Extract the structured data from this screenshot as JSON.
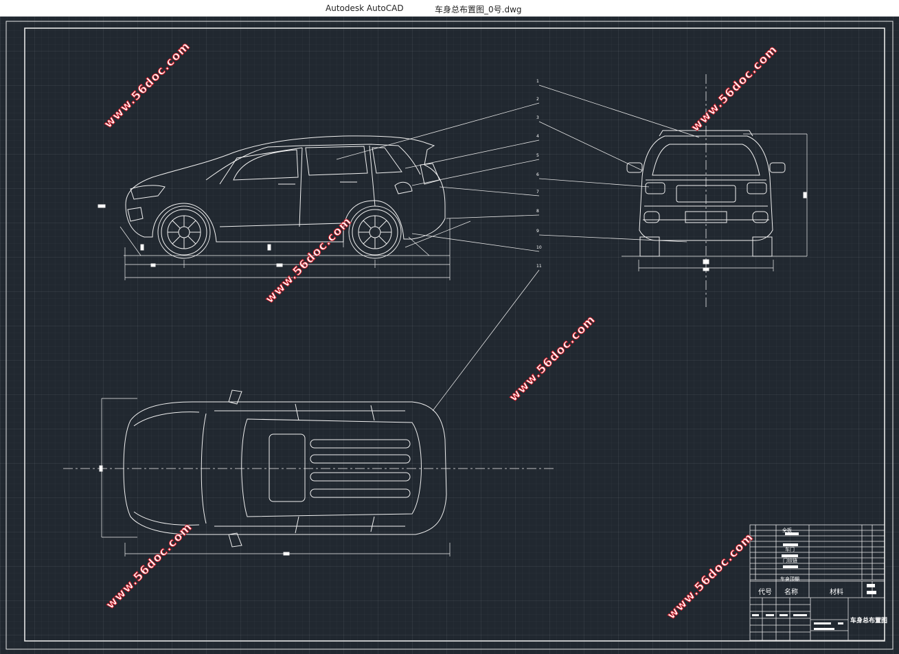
{
  "window": {
    "app_title": "Autodesk AutoCAD",
    "doc_title": "车身总布置图_0号.dwg"
  },
  "leaders": [
    "1",
    "2",
    "3",
    "4",
    "5",
    "6",
    "7",
    "8",
    "9",
    "10",
    "11"
  ],
  "parts_list": {
    "col_code": "代号",
    "col_name": "名称",
    "col_material": "材料",
    "rows": [
      "全板",
      "车门",
      "门铰链",
      "车身顶棚"
    ]
  },
  "title_block": {
    "drawing_name": "车身总布置图"
  },
  "watermark": "www.56doc.com",
  "colors": {
    "background": "#212830",
    "lines": "#ffffff",
    "watermark_fill": "#ffffff",
    "watermark_stroke": "#d21f2a"
  }
}
